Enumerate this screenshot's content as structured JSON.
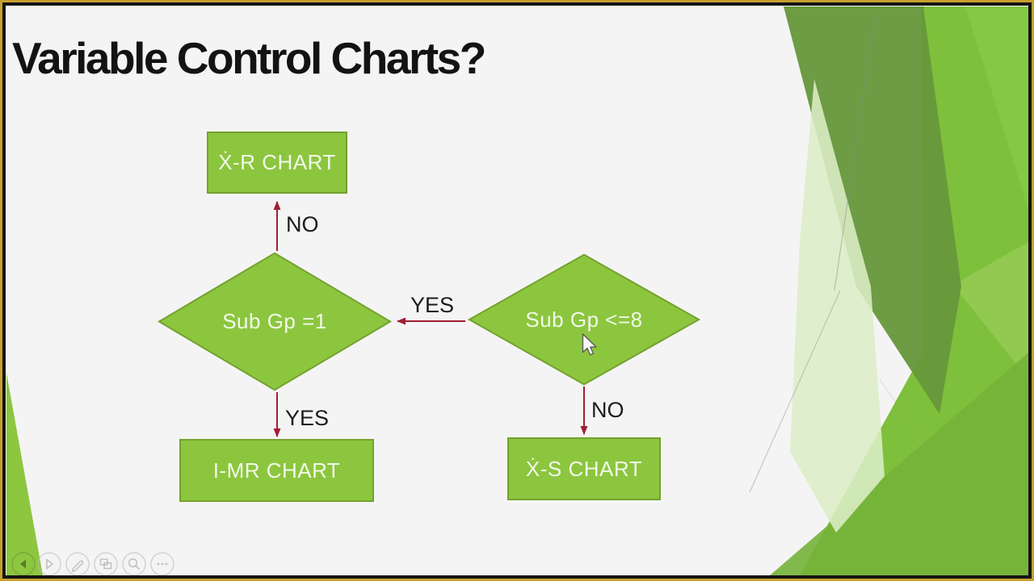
{
  "window": {
    "frame_outer_color": "#c7a02e",
    "frame_inner_color": "#141414"
  },
  "slide": {
    "title": "Variable Control Charts?",
    "background_color": "#f5f4f5"
  },
  "flowchart": {
    "nodes": {
      "xr_chart": {
        "label": "Ẋ-R CHART",
        "shape": "rectangle"
      },
      "subgroup_eq_1": {
        "label": "Sub Gp =1",
        "shape": "diamond"
      },
      "subgroup_le_8": {
        "label": "Sub Gp <=8",
        "shape": "diamond"
      },
      "imr_chart": {
        "label": "I-MR CHART",
        "shape": "rectangle"
      },
      "xs_chart": {
        "label": "Ẋ-S CHART",
        "shape": "rectangle"
      }
    },
    "edge_labels": {
      "no_top": "NO",
      "yes_middle": "YES",
      "yes_bottom_left": "YES",
      "no_bottom_right": "NO"
    },
    "colors": {
      "node_fill": "#8cc63f",
      "node_border": "#73a22d",
      "node_text": "#f2f8e9",
      "arrow": "#a01e32",
      "edge_label_text": "#1c1c1c"
    }
  },
  "slideshow_controls": {
    "buttons": [
      {
        "icon": "previous-slide-icon"
      },
      {
        "icon": "next-slide-icon"
      },
      {
        "icon": "pen-tools-icon"
      },
      {
        "icon": "see-all-slides-icon"
      },
      {
        "icon": "magnifier-icon"
      },
      {
        "icon": "more-options-icon"
      }
    ]
  },
  "decor": {
    "greens": [
      "#7ec03b",
      "#67983c",
      "#76b23a",
      "#dcedc6",
      "#95ca55",
      "#8dc63f"
    ]
  }
}
